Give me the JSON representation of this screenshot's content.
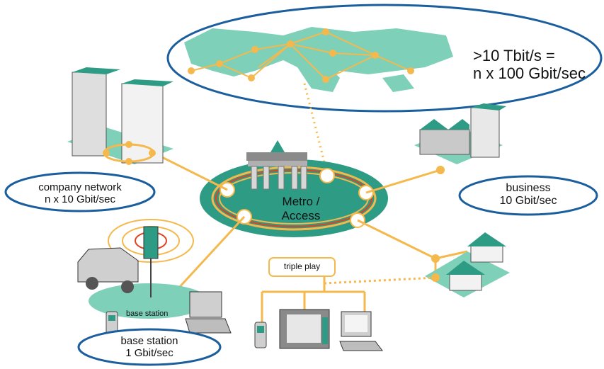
{
  "backbone": {
    "line1": ">10 Tbit/s =",
    "line2": "n x 100 Gbit/sec"
  },
  "metro": {
    "line1": "Metro /",
    "line2": "Access"
  },
  "company": {
    "line1": "company network",
    "line2": "n x 10 Gbit/sec"
  },
  "business": {
    "line1": "business",
    "line2": "10 Gbit/sec"
  },
  "base_station_small": "base station",
  "base_station": {
    "line1": "base station",
    "line2": "1 Gbit/sec"
  },
  "triple_play": "triple play",
  "colors": {
    "teal": "#2e9c85",
    "teal_light": "#7fd0b8",
    "link": "#f5b84c",
    "oval": "#1b5e9e"
  }
}
